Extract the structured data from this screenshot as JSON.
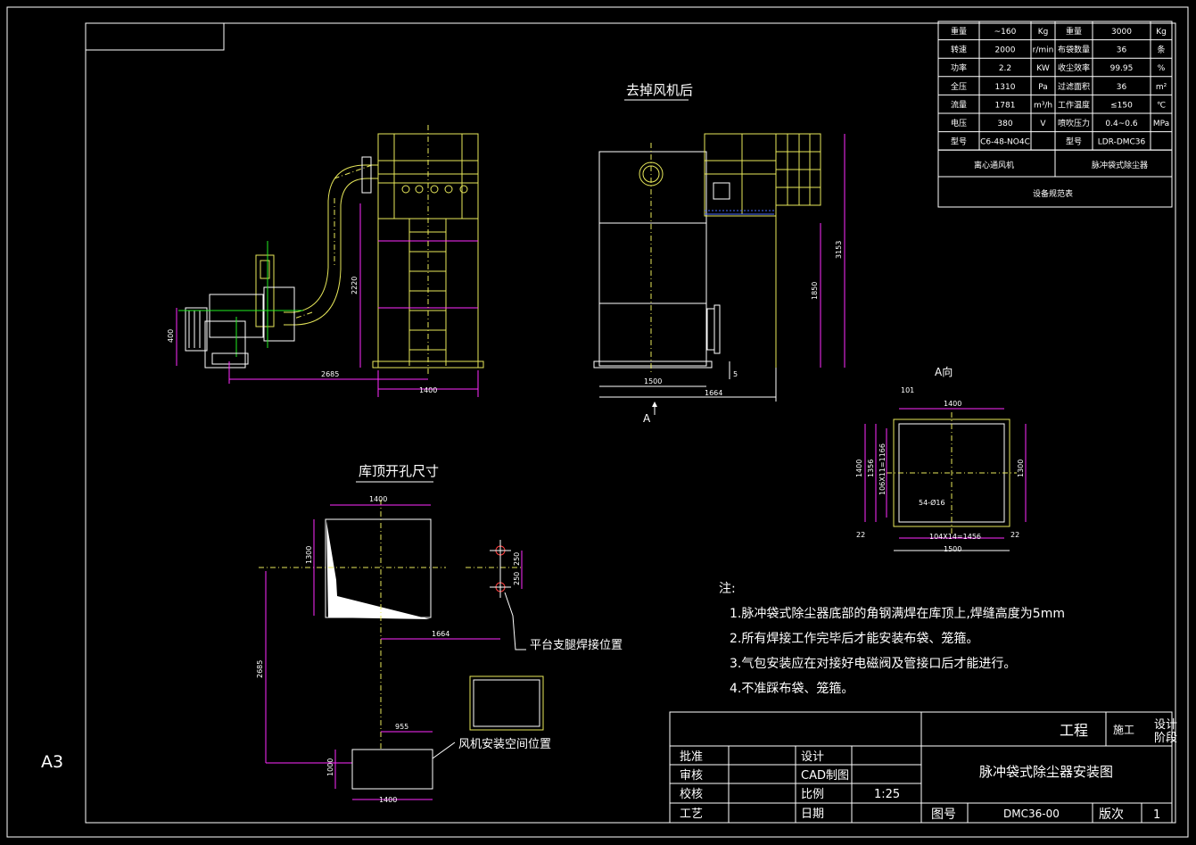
{
  "sheet": {
    "size_label": "A3"
  },
  "views": {
    "top_label": "去掉风机后",
    "roof_label": "库顶开孔尺寸",
    "a_view_label": "A向",
    "a_arrow_label": "A",
    "platform_label": "平台支腿焊接位置",
    "fan_space_label": "风机安装空间位置"
  },
  "dims": {
    "d2685": "2685",
    "d1400": "1400",
    "d400": "400",
    "d2220": "2220",
    "d1500": "1500",
    "d1664": "1664",
    "d5": "5",
    "d1850": "1850",
    "d3153": "3153",
    "d101": "101",
    "d1356": "1356",
    "d106": "106X11=1166",
    "d1300": "1300",
    "d54": "54-Ø16",
    "d22": "22",
    "d104": "104X14=1456",
    "d250": "250",
    "d955": "955",
    "d1000": "1000"
  },
  "spec_table": {
    "rows": [
      [
        "重量",
        "~160",
        "Kg",
        "重量",
        "3000",
        "Kg"
      ],
      [
        "转速",
        "2000",
        "r/min",
        "布袋数量",
        "36",
        "条"
      ],
      [
        "功率",
        "2.2",
        "KW",
        "收尘效率",
        "99.95",
        "%"
      ],
      [
        "全压",
        "1310",
        "Pa",
        "过滤面积",
        "36",
        "m²"
      ],
      [
        "流量",
        "1781",
        "m³/h",
        "工作温度",
        "≤150",
        "℃"
      ],
      [
        "电压",
        "380",
        "V",
        "喷吹压力",
        "0.4~0.6",
        "MPa"
      ],
      [
        "型号",
        "C6-48-NO4C",
        "",
        "型号",
        "LDR-DMC36",
        ""
      ]
    ],
    "left_name": "离心通风机",
    "right_name": "脉冲袋式除尘器",
    "caption": "设备规范表"
  },
  "notes": {
    "title": "注:",
    "items": [
      "1.脉冲袋式除尘器底部的角钢满焊在库顶上,焊缝高度为5mm",
      "2.所有焊接工作完毕后才能安装布袋、笼箍。",
      "3.气包安装应在对接好电磁阀及管接口后才能进行。",
      "4.不准踩布袋、笼箍。"
    ]
  },
  "title_block": {
    "project": "工程",
    "stage_prefix": "施工",
    "stage_line1": "设计",
    "stage_line2": "阶段",
    "drawing_title": "脉冲袋式除尘器安装图",
    "rows": [
      {
        "role": "批准",
        "label": "设计",
        "value": ""
      },
      {
        "role": "审核",
        "label": "CAD制图",
        "value": ""
      },
      {
        "role": "校核",
        "label": "比例",
        "value": "1:25"
      },
      {
        "role": "工艺",
        "label": "日期",
        "value": ""
      }
    ],
    "drawing_no_label": "图号",
    "drawing_no": "DMC36-00",
    "revision_label": "版次",
    "revision": "1"
  }
}
